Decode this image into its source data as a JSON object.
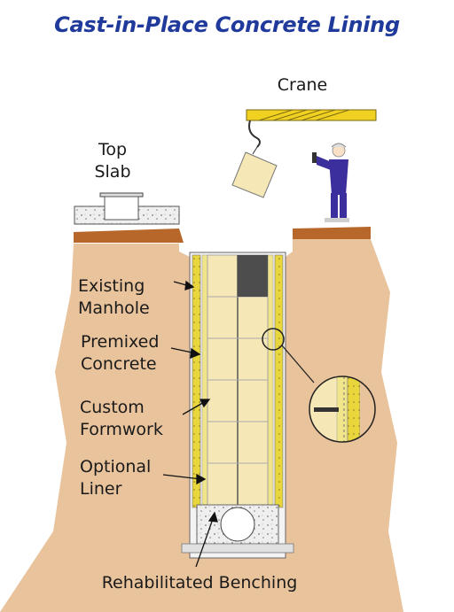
{
  "title": "Cast-in-Place Concrete Lining",
  "labels": {
    "crane": "Crane",
    "top_slab": [
      "Top",
      "Slab"
    ],
    "existing_manhole": [
      "Existing",
      "Manhole"
    ],
    "premixed_concrete": [
      "Premixed",
      "Concrete"
    ],
    "custom_formwork": [
      "Custom",
      "Formwork"
    ],
    "optional_liner": [
      "Optional",
      "Liner"
    ],
    "rehabilitated_benching": "Rehabilitated Benching"
  },
  "colors": {
    "title": "#1f3a9a",
    "soil": "#e9c39c",
    "ground_strip": "#b8672a",
    "concrete": "#f6e7b6",
    "wall": "#e9d53c",
    "crane": "#f0d020",
    "worker": "#3a2f9c"
  }
}
